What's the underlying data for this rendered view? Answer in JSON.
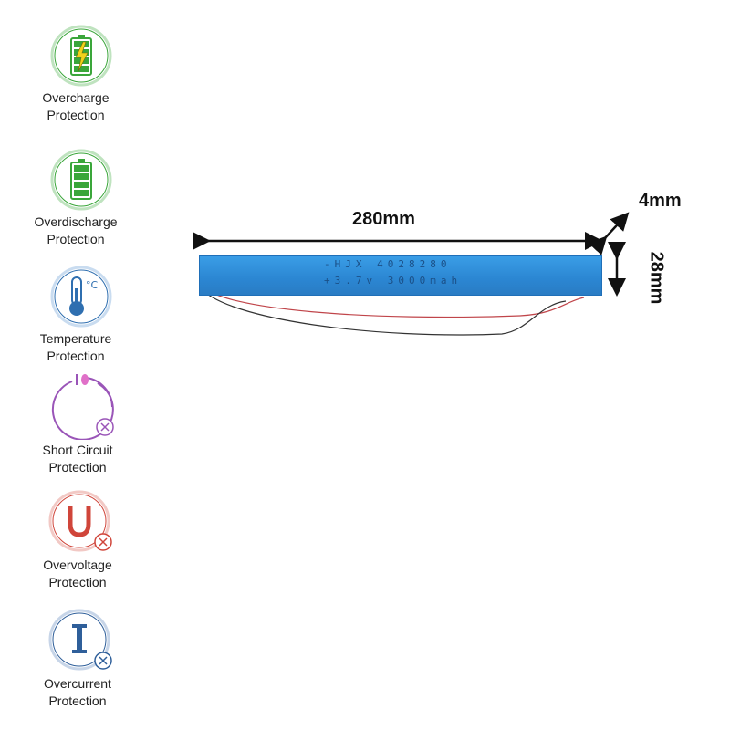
{
  "features": [
    {
      "label1": "Overcharge",
      "label2": "Protection",
      "icon": "battery-bolt-icon",
      "color": "#3aa63a"
    },
    {
      "label1": "Overdischarge",
      "label2": "Protection",
      "icon": "battery-full-icon",
      "color": "#3aa63a"
    },
    {
      "label1": "Temperature",
      "label2": "Protection",
      "icon": "thermometer-icon",
      "color": "#2f6fb0"
    },
    {
      "label1": "Short Circuit",
      "label2": "Protection",
      "icon": "short-circuit-icon",
      "color": "#9a55b8"
    },
    {
      "label1": "Overvoltage",
      "label2": "Protection",
      "icon": "voltage-u-icon",
      "color": "#d0453a"
    },
    {
      "label1": "Overcurrent",
      "label2": "Protection",
      "icon": "current-i-icon",
      "color": "#2f5f9a"
    }
  ],
  "product": {
    "print_line1": "-HJX  4028280",
    "print_line2": "+3.7v  3000mah",
    "body_color": "#2b86d2"
  },
  "dimensions": {
    "length": "280mm",
    "thickness": "4mm",
    "width": "28mm"
  },
  "temp_unit": "°C"
}
